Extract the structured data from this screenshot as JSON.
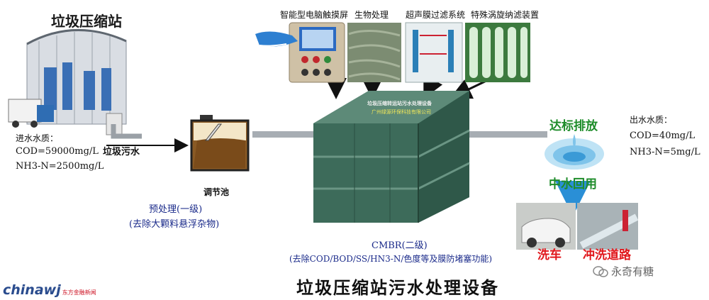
{
  "station_title": "垃圾压缩站",
  "top_labels": {
    "touchscreen": "智能型电脑触摸屏",
    "bio": "生物处理",
    "ultrasonic": "超声膜过滤系统",
    "vortex": "特殊涡旋纳滤装置"
  },
  "inlet": {
    "heading": "进水水质：",
    "cod": "COD=59000mg/L",
    "nh3": "NH3-N=2500mg/L",
    "flow_label": "垃圾污水"
  },
  "tank": {
    "label": "调节池",
    "stage_name": "预处理(一级)",
    "stage_desc": "(去除大颗料悬浮杂物)"
  },
  "equipment": {
    "plate_line1": "垃圾压缩转运站污水处理设备",
    "plate_line2": "广州绿源环保科技有限公司",
    "stage_name": "CMBR(二级)",
    "stage_desc": "(去除COD/BOD/SS/HN3-N/色度等及膜防堵塞功能)"
  },
  "outlet": {
    "discharge": "达标排放",
    "heading": "出水水质：",
    "cod": "COD=40mg/L",
    "nh3": "NH3-N=5mg/L",
    "reuse": "中水回用",
    "car_wash": "洗车",
    "road_wash": "冲洗道路"
  },
  "main_title": "垃圾压缩站污水处理设备",
  "watermark": "永奇有糖",
  "logo": {
    "brand": "chinawj",
    "sub": "东方金融新闻"
  },
  "colors": {
    "equipment_green": "#3d6b5a",
    "soil_brown": "#8a5a24",
    "discharge_green": "#1e8c2a",
    "highlight_red": "#e0161b",
    "arrow_blue": "#2a8fd6"
  }
}
